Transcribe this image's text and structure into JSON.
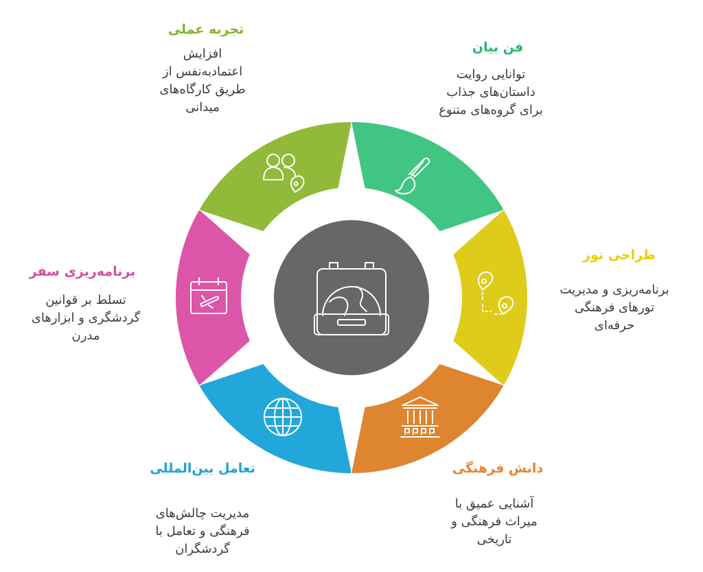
{
  "items": [
    {
      "title": "فن بیان",
      "color": "#41C583",
      "description": "توانایی روایت\nداستان‌های جذاب\nبرای گروه‌های متنوع",
      "icon": "brush-icon"
    },
    {
      "title": "طراحی تور",
      "color": "#DFCB1A",
      "description": "برنامه‌ریزی و مدیریت\nتورهای فرهنگی\nحرفه‌ای",
      "icon": "route-pins-icon"
    },
    {
      "title": "دانش فرهنگی",
      "color": "#DE8530",
      "description": "آشنایی عمیق با\nمیراث فرهنگی و\nتاریخی",
      "icon": "museum-icon"
    },
    {
      "title": "تعامل بین‌المللی",
      "color": "#22A7DA",
      "description": "مدیریت چالش‌های\nفرهنگی و تعامل با\nگردشگران",
      "icon": "globe-icon"
    },
    {
      "title": "برنامه‌ریزی سفر",
      "color": "#DC55A8",
      "description": "تسلط بر قوانین\nگردشگری و ابزارهای\nمدرن",
      "icon": "calendar-plane-icon"
    },
    {
      "title": "تجربه عملی",
      "color": "#92BA3A",
      "description": "افزایش\nاعتمادبه‌نفس از\nطریق کارگاه‌های\nمیدانی",
      "icon": "people-location-icon"
    }
  ],
  "center": {
    "icon": "suitcase-globe-icon",
    "color": "#676767"
  },
  "label_colors": [
    "#2BB673",
    "#E9CF00",
    "#E9832C",
    "#1FA2D8",
    "#DA4C9F",
    "#84B42C"
  ]
}
